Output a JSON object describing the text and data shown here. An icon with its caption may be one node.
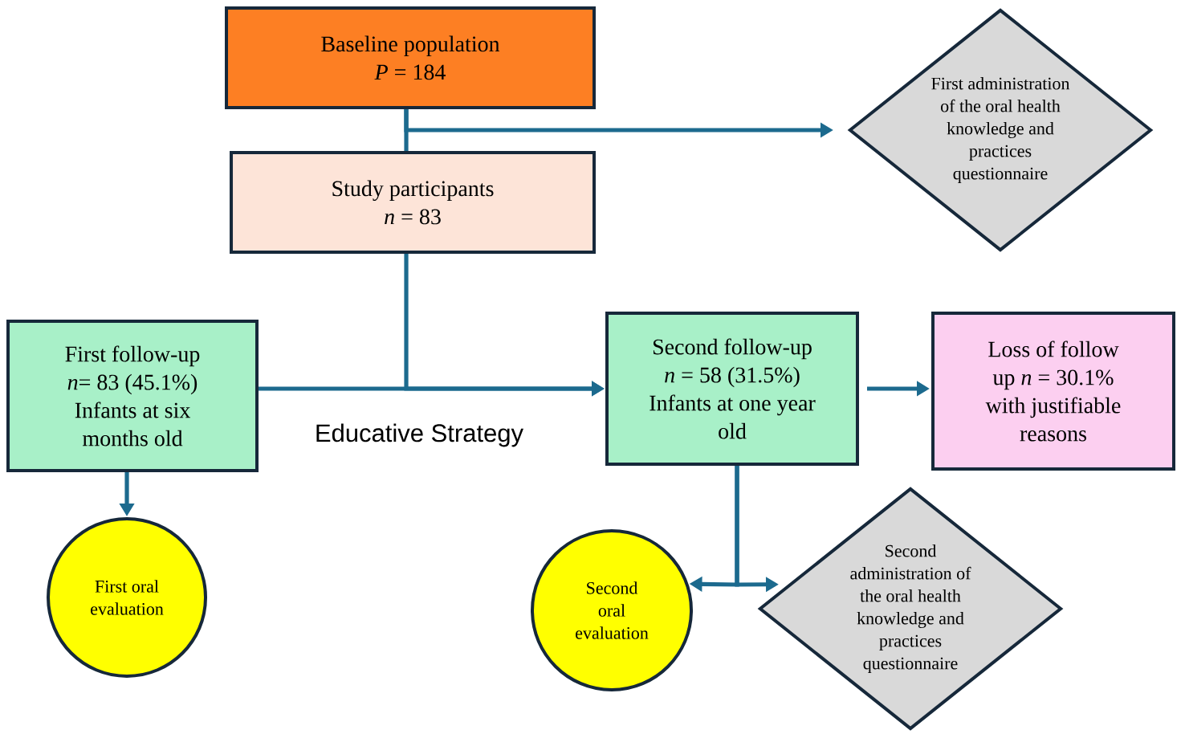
{
  "diagram": {
    "nodes": [
      {
        "text": [
          "Baseline population",
          "*P* = 184"
        ]
      },
      {
        "text": [
          "Study participants",
          "*n* = 83"
        ]
      },
      {
        "text": [
          "First administration of the oral health knowledge and practices questionnaire"
        ]
      },
      {
        "text": [
          "First follow-up",
          "*n*= 83 (45.1%)",
          "Infants at six months old"
        ]
      },
      {
        "text": [
          "Second follow-up",
          "*n* = 58 (31.5%)",
          "Infants at one year old"
        ]
      },
      {
        "text": [
          "Loss of follow up *n* = 30.1% with justifiable reasons"
        ]
      },
      {
        "text": [
          "First oral evaluation"
        ]
      },
      {
        "text": [
          "Second oral evaluation"
        ]
      },
      {
        "text": [
          "Second administration of the oral health knowledge and practices questionnaire"
        ]
      }
    ],
    "edges": [
      {
        "from": 0,
        "to": 1,
        "arrow": "none"
      },
      {
        "from": 0,
        "to": 2,
        "arrow": "to"
      },
      {
        "from": 1,
        "to": 4,
        "arrow": "to"
      },
      {
        "from": 3,
        "to": 4,
        "arrow": "to"
      },
      {
        "from": 4,
        "to": 5,
        "arrow": "to"
      },
      {
        "from": 3,
        "to": 6,
        "arrow": "to"
      },
      {
        "from": 4,
        "to": 7,
        "arrow": "to"
      },
      {
        "from": 4,
        "to": 8,
        "arrow": "to"
      }
    ],
    "labels": [
      "Educative Strategy"
    ]
  }
}
